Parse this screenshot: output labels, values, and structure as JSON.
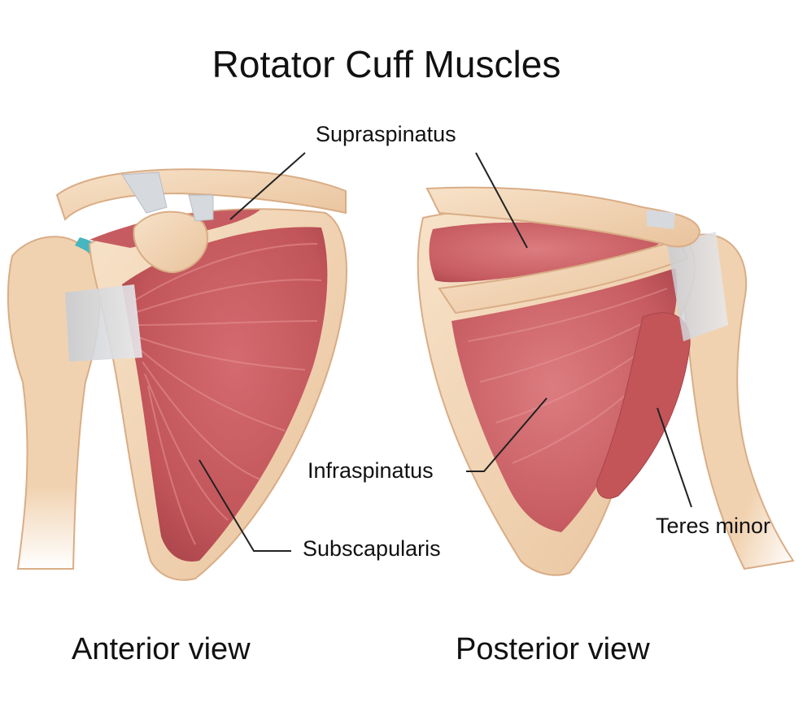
{
  "title": "Rotator Cuff Muscles",
  "labels": {
    "supraspinatus": "Supraspinatus",
    "infraspinatus": "Infraspinatus",
    "subscapularis": "Subscapularis",
    "teres_minor": "Teres minor"
  },
  "views": {
    "anterior": "Anterior view",
    "posterior": "Posterior view"
  },
  "colors": {
    "bone": "#f1d2b0",
    "bone_edge": "#d9ad86",
    "muscle": "#c95d63",
    "muscle_dark": "#a8434b",
    "muscle_light": "#e08a8c",
    "tendon": "#d6d9de",
    "cartilage": "#47b6c0",
    "leader_line": "#222222"
  }
}
